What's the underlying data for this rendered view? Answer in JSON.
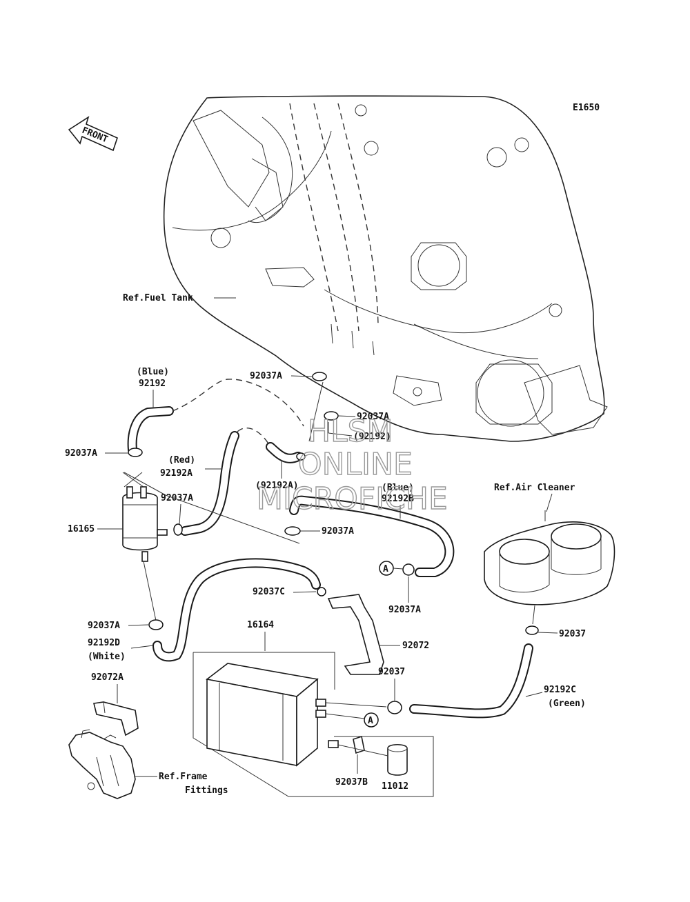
{
  "diagram_code": "E1650",
  "front_label": "FRONT",
  "watermark": {
    "line1": "HLSM",
    "line2": "ONLINE",
    "line3": "MICROFICHE"
  },
  "callouts": {
    "fuel_tank": "Ref.Fuel Tank",
    "air_cleaner": "Ref.Air Cleaner",
    "frame_fittings_1": "Ref.Frame",
    "frame_fittings_2": "Fittings",
    "hose_92192_color": "(Blue)",
    "hose_92192": "92192",
    "hose_92192_right": "(92192)",
    "hose_92192a_color": "(Red)",
    "hose_92192a": "92192A",
    "hose_92192a_paren": "(92192A)",
    "hose_92192b_color": "(Blue)",
    "hose_92192b": "92192B",
    "hose_92192c": "92192C",
    "hose_92192c_color": "(Green)",
    "hose_92192d": "92192D",
    "hose_92192d_color": "(White)",
    "clamp_top_center": "92037A",
    "clamp_top_right": "92037A",
    "clamp_left": "92037A",
    "clamp_filter_right": "92037A",
    "clamp_mid": "92037A",
    "clamp_a_right": "92037A",
    "clamp_bottom_left": "92037A",
    "clamp_c": "92037C",
    "clamp_b": "92037B",
    "clamp_92037_right": "92037",
    "clamp_92037_canister": "92037",
    "filter": "16165",
    "canister": "16164",
    "bracket": "92072",
    "bracket_a": "92072A",
    "cap": "11012",
    "marker_a": "A"
  }
}
